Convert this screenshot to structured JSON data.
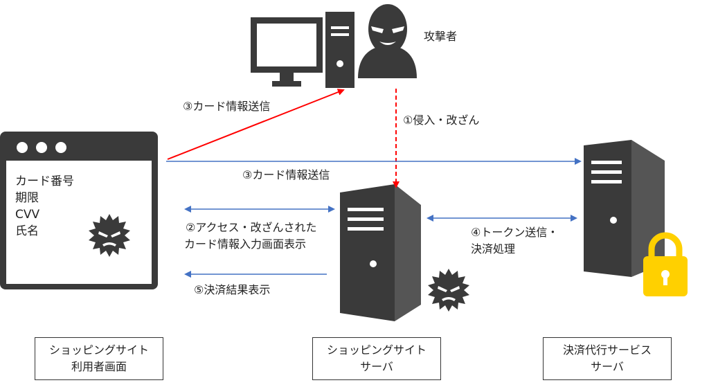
{
  "attacker": {
    "label": "攻撃者"
  },
  "arrows": {
    "intrusion": "①侵入・改ざん",
    "card_send_attacker": "③カード情報送信",
    "card_send_payment": "③カード情報送信",
    "access_line1": "②アクセス・改ざんされた",
    "access_line2": "カード情報入力画面表示",
    "result": "⑤決済結果表示",
    "token_line1": "④トークン送信・",
    "token_line2": "決済処理"
  },
  "browser": {
    "fields": [
      "カード番号",
      "期限",
      "CVV",
      "氏名"
    ]
  },
  "boxes": {
    "user_line1": "ショッピングサイト",
    "user_line2": "利用者画面",
    "shop_line1": "ショッピングサイト",
    "shop_line2": "サーバ",
    "payment_line1": "決済代行サービス",
    "payment_line2": "サーバ"
  },
  "colors": {
    "icon_dark": "#3a3a3a",
    "red_arrow": "#ff0000",
    "blue_arrow": "#4472c4",
    "lock": "#ffd000"
  }
}
